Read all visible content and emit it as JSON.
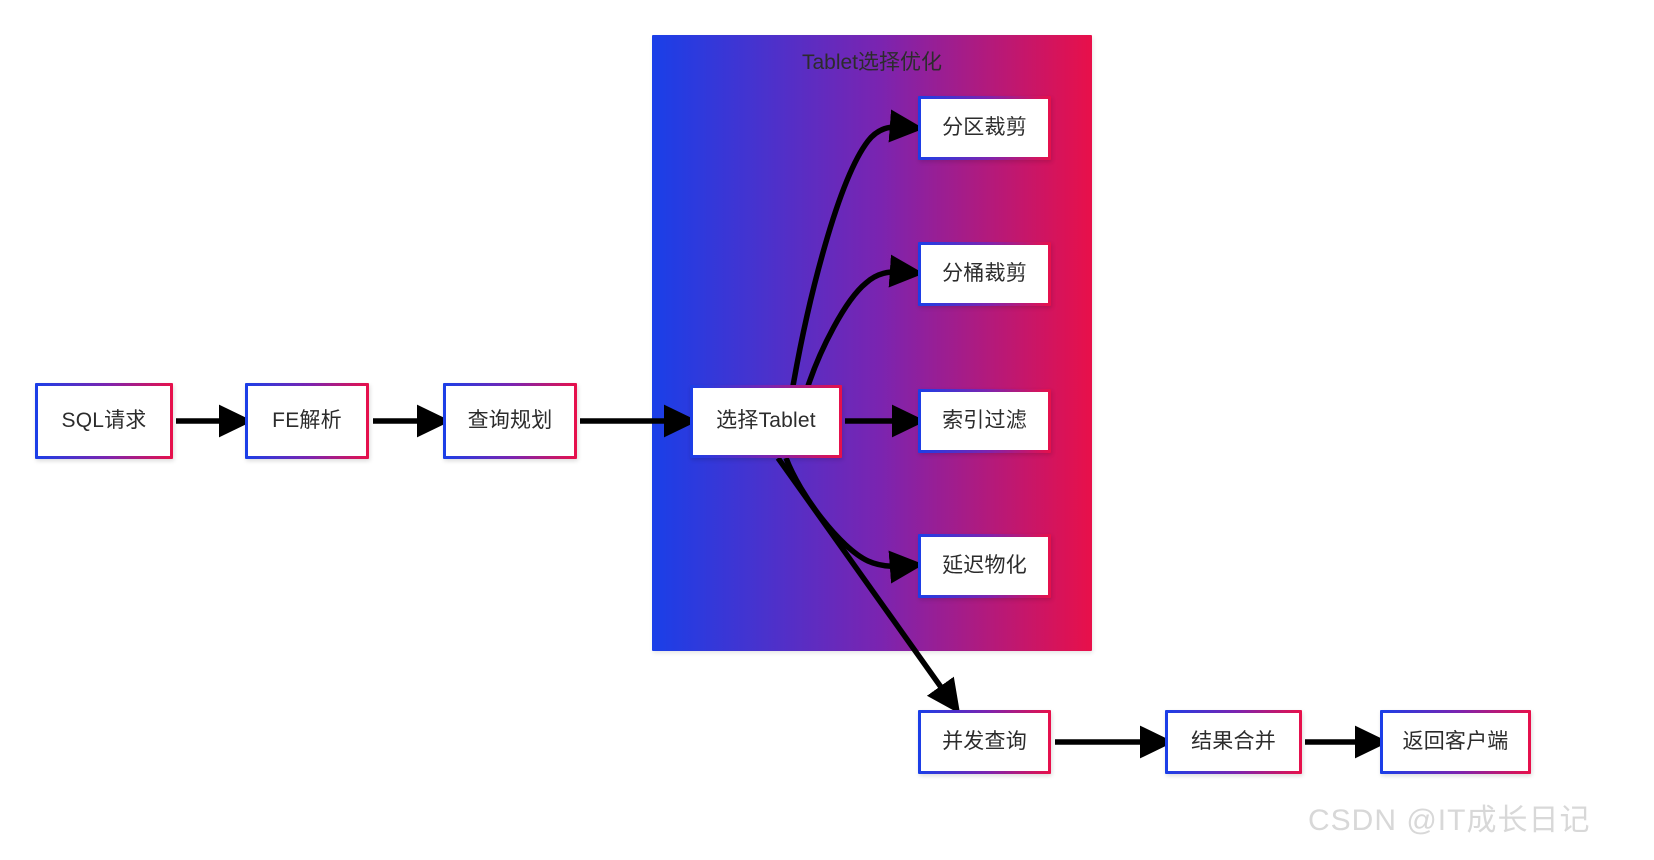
{
  "diagram": {
    "title": "Tablet选择优化",
    "group": {
      "label": "Tablet选择优化"
    },
    "colors": {
      "gradient_start": "#1a3fe8",
      "gradient_mid": "#7b24b0",
      "gradient_end": "#e8104a",
      "node_text": "#2c2c2c",
      "arrow": "#000000",
      "background": "#ffffff",
      "watermark": "#d8d8d8"
    },
    "nodes": {
      "sql_request": {
        "label": "SQL请求"
      },
      "fe_parse": {
        "label": "FE解析"
      },
      "query_plan": {
        "label": "查询规划"
      },
      "select_tablet": {
        "label": "选择Tablet"
      },
      "partition_prune": {
        "label": "分区裁剪"
      },
      "bucket_prune": {
        "label": "分桶裁剪"
      },
      "index_filter": {
        "label": "索引过滤"
      },
      "lazy_materialize": {
        "label": "延迟物化"
      },
      "concurrent_query": {
        "label": "并发查询"
      },
      "merge_results": {
        "label": "结果合并"
      },
      "return_client": {
        "label": "返回客户端"
      }
    },
    "edges": [
      {
        "from": "sql_request",
        "to": "fe_parse",
        "style": "straight"
      },
      {
        "from": "fe_parse",
        "to": "query_plan",
        "style": "straight"
      },
      {
        "from": "query_plan",
        "to": "select_tablet",
        "style": "straight"
      },
      {
        "from": "select_tablet",
        "to": "partition_prune",
        "style": "curved"
      },
      {
        "from": "select_tablet",
        "to": "bucket_prune",
        "style": "curved"
      },
      {
        "from": "select_tablet",
        "to": "index_filter",
        "style": "straight"
      },
      {
        "from": "select_tablet",
        "to": "lazy_materialize",
        "style": "curved"
      },
      {
        "from": "select_tablet",
        "to": "concurrent_query",
        "style": "curved"
      },
      {
        "from": "concurrent_query",
        "to": "merge_results",
        "style": "straight"
      },
      {
        "from": "merge_results",
        "to": "return_client",
        "style": "straight"
      }
    ]
  },
  "watermark": {
    "text": "CSDN @IT成长日记"
  }
}
